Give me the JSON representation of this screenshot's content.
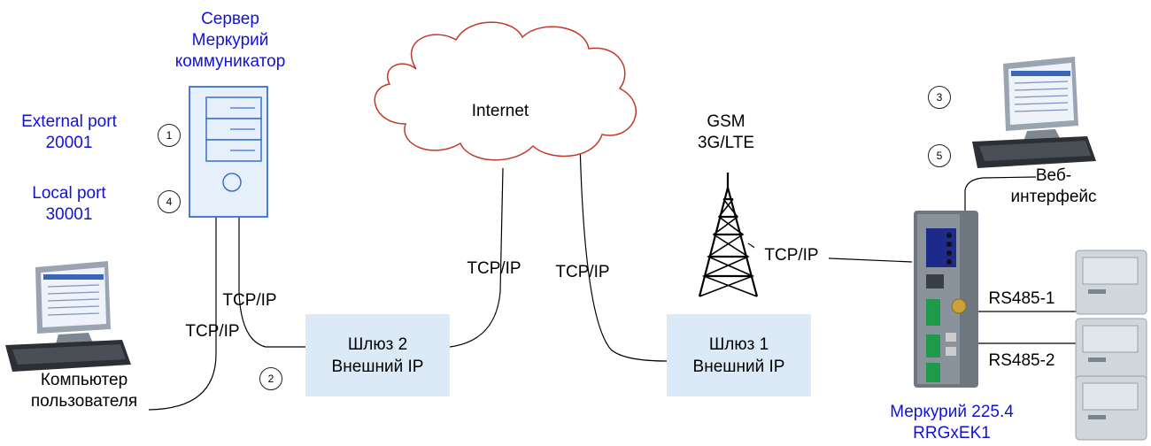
{
  "server": {
    "line1": "Сервер",
    "line2": "Меркурий",
    "line3": "коммуникатор"
  },
  "external_port": {
    "label": "External port",
    "value": "20001"
  },
  "local_port": {
    "label": "Local port",
    "value": "30001"
  },
  "internet": "Internet",
  "gsm": {
    "line1": "GSM",
    "line2": "3G/LTE"
  },
  "web": {
    "line1": "Веб-",
    "line2": "интерфейс"
  },
  "user_pc": {
    "line1": "Компьютер",
    "line2": "пользователя"
  },
  "tcpip": "TCP/IP",
  "gateway2": {
    "line1": "Шлюз 2",
    "line2": "Внешний IP"
  },
  "gateway1": {
    "line1": "Шлюз 1",
    "line2": "Внешний IP"
  },
  "rs485_1": "RS485-1",
  "rs485_2": "RS485-2",
  "device": {
    "line1": "Меркурий 225.4",
    "line2": "RRGxEK1"
  },
  "steps": [
    "1",
    "2",
    "3",
    "4",
    "5"
  ],
  "colors": {
    "blue_text": "#1212d6",
    "cloud_stroke": "#c0392b",
    "gateway_fill": "#dce9f7",
    "server_fill": "#e6f0fa",
    "server_stroke": "#3a6fd0"
  }
}
